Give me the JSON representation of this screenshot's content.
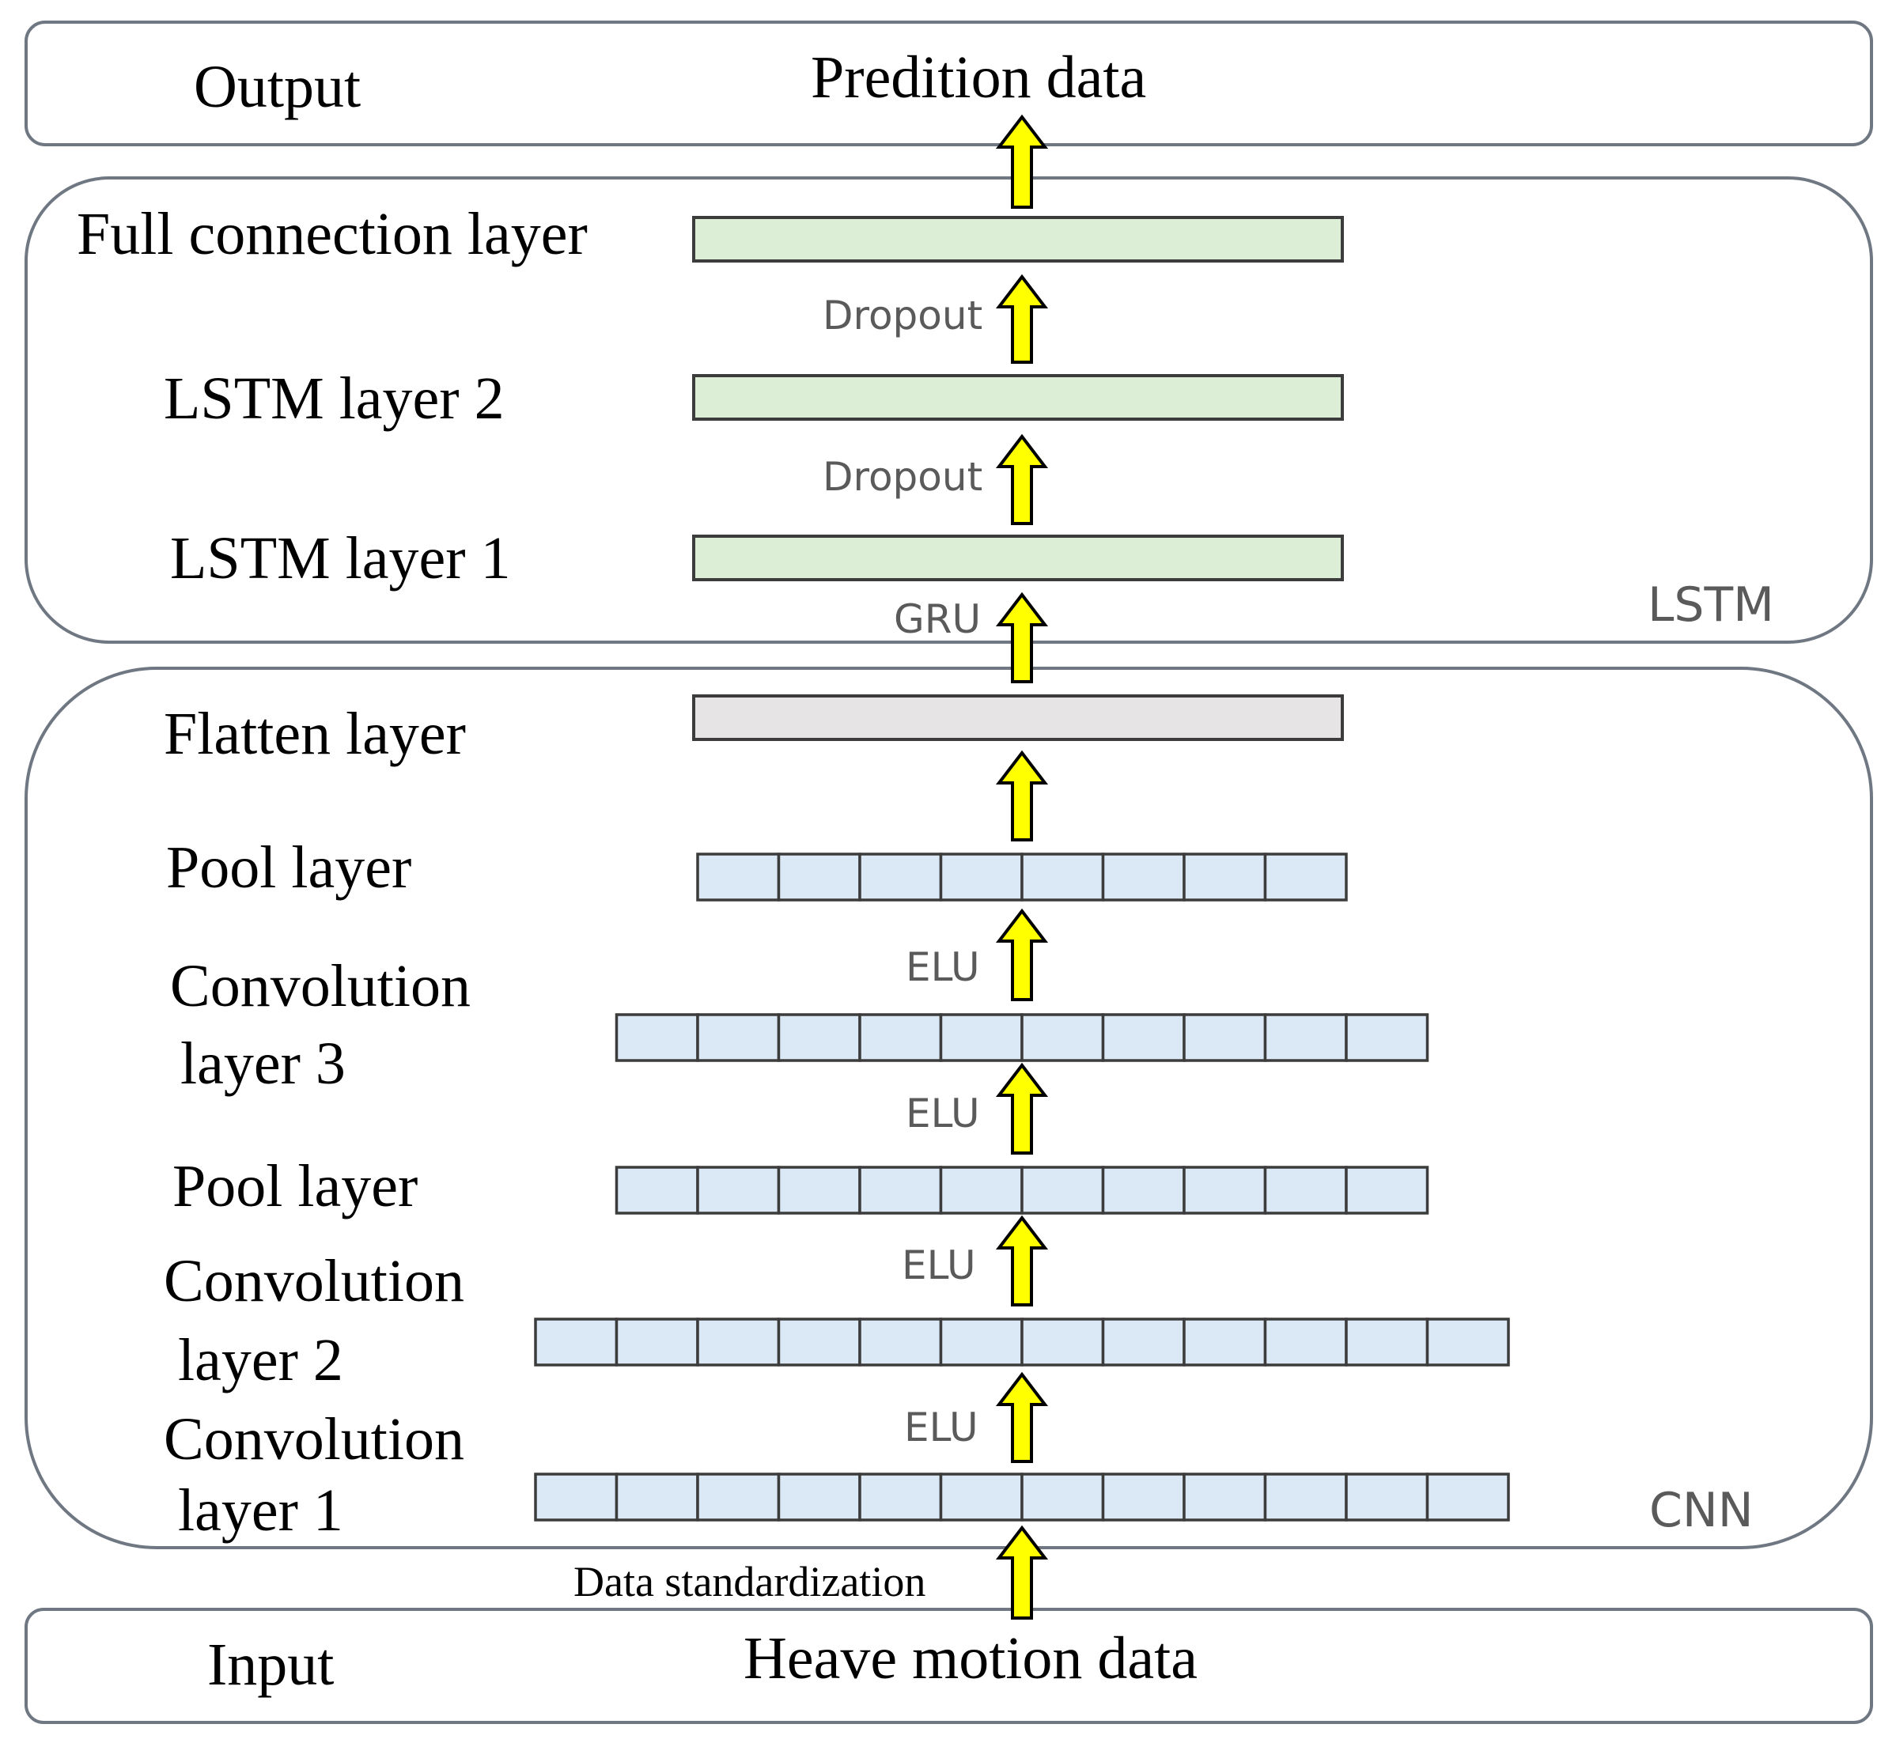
{
  "output_panel": {
    "label": "Output",
    "content": "Predition data"
  },
  "lstm_panel": {
    "tag": "LSTM",
    "layers": {
      "full_connection": "Full connection layer",
      "lstm2": "LSTM layer 2",
      "lstm1": "LSTM layer 1"
    },
    "transitions": {
      "dropout_upper": "Dropout",
      "dropout_lower": "Dropout",
      "gru": "GRU"
    }
  },
  "cnn_panel": {
    "tag": "CNN",
    "layers": {
      "flatten": "Flatten layer",
      "pool_upper": "Pool layer",
      "conv3_line1": "Convolution",
      "conv3_line2": "layer 3",
      "pool_lower": "Pool layer",
      "conv2_line1": "Convolution",
      "conv2_line2": "layer 2",
      "conv1_line1": "Convolution",
      "conv1_line2": "layer 1"
    },
    "transitions": {
      "elu_1": "ELU",
      "elu_2": "ELU",
      "elu_3": "ELU",
      "elu_4": "ELU"
    },
    "cells": {
      "pool_upper": 8,
      "conv3": 10,
      "pool_lower": 10,
      "conv2": 12,
      "conv1": 12
    }
  },
  "standardization_label": "Data standardization",
  "input_panel": {
    "label": "Input",
    "content": "Heave motion data"
  },
  "colors": {
    "dense_layer": "#dcefd6",
    "flatten_layer": "#e6e4e4",
    "conv_cell": "#dbe9f6",
    "arrow": "#ffff00",
    "panel_border": "#6f7782"
  }
}
